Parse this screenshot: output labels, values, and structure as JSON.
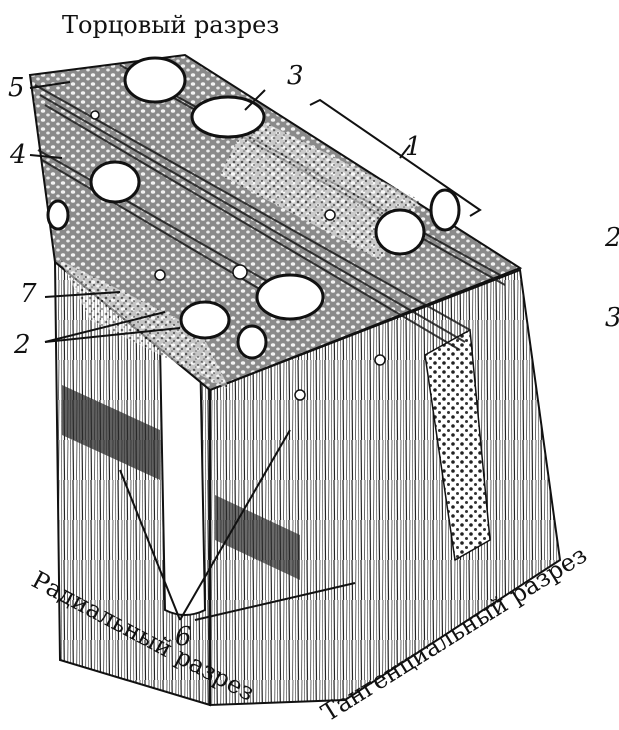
{
  "labels": {
    "cross_section": "Торцовый разрез",
    "radial_section": "Радиальный разрез",
    "tangential_section": "Тангенциальный разрез"
  },
  "callouts": {
    "c1": "1",
    "c2": "2",
    "c3": "3",
    "c4": "4",
    "c5": "5",
    "c6": "6",
    "c7": "7",
    "edge_a": "2",
    "edge_b": "3"
  },
  "colors": {
    "ink": "#1a1a1a",
    "paper": "#ffffff",
    "vessel_fill": "#ffffff",
    "grain_dark": "#2b2b2b"
  }
}
